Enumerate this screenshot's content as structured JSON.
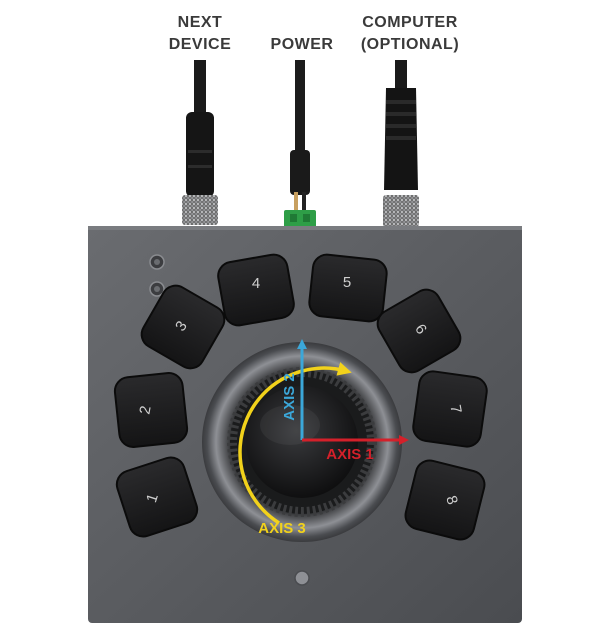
{
  "labels": {
    "next_device_line1": "NEXT",
    "next_device_line2": "DEVICE",
    "power": "POWER",
    "computer_line1": "COMPUTER",
    "computer_line2": "(OPTIONAL)"
  },
  "buttons": [
    "1",
    "2",
    "3",
    "4",
    "5",
    "6",
    "7",
    "8"
  ],
  "axes": {
    "axis1": "AXIS 1",
    "axis2": "AXIS 2",
    "axis3": "AXIS 3"
  },
  "colors": {
    "axis1": "#d4202a",
    "axis2": "#3ba7d9",
    "axis3": "#f2d21b",
    "body": "#5c5e62",
    "button": "#1b1b1c",
    "connector_green": "#2e9e47"
  }
}
